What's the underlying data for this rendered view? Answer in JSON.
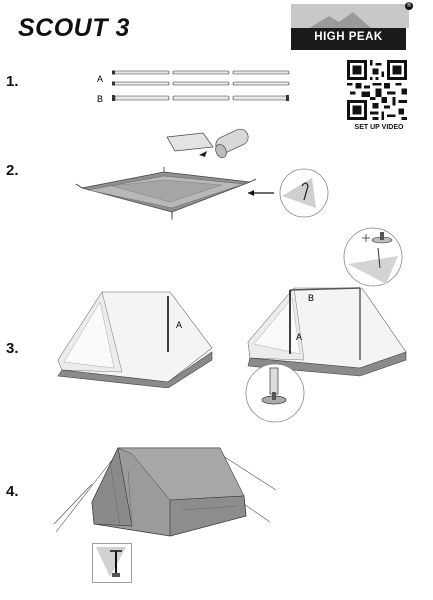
{
  "title": "SCOUT 3",
  "brand": {
    "name": "HIGH PEAK",
    "registered": "®"
  },
  "qr": {
    "caption": "SET UP VIDEO"
  },
  "steps": [
    {
      "number": "1."
    },
    {
      "number": "2."
    },
    {
      "number": "3."
    },
    {
      "number": "4."
    }
  ],
  "poles": {
    "label_a": "A",
    "label_b": "B"
  },
  "colors": {
    "tent_fabric": "#f6f6f6",
    "floor": "#9a9a9a",
    "fly": "#8e8e8e",
    "brand_bg": "#1a1a1a"
  }
}
